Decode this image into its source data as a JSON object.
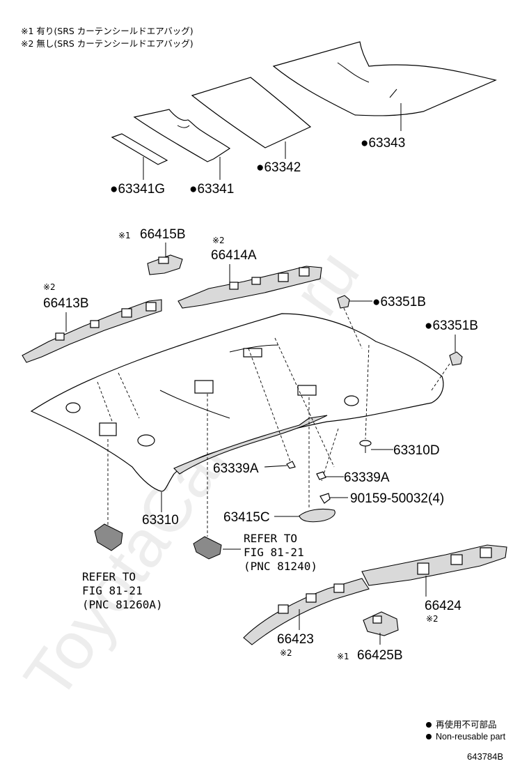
{
  "notes": [
    "※1 有り(SRS カーテンシールドエアバッグ)",
    "※2 無し(SRS カーテンシールドエアバッグ)"
  ],
  "parts": {
    "p63343": "●63343",
    "p63342": "●63342",
    "p63341g": "●63341G",
    "p63341": "●63341",
    "p66415b": "66415B",
    "p66415b_mark": "※1",
    "p66414a": "66414A",
    "p66414a_mark": "※2",
    "p66413b": "66413B",
    "p66413b_mark": "※2",
    "p63351b_a": "●63351B",
    "p63351b_b": "●63351B",
    "p63310d": "63310D",
    "p63339a_a": "63339A",
    "p63339a_b": "63339A",
    "p90159": "90159-50032(4)",
    "p63310": "63310",
    "p63415c": "63415C",
    "p66424": "66424",
    "p66424_mark": "※2",
    "p66423": "66423",
    "p66423_mark": "※2",
    "p66425b": "66425B",
    "p66425b_mark": "※1"
  },
  "refs": {
    "ref_a": [
      "REFER TO",
      "FIG 81-21",
      "(PNC 81240)"
    ],
    "ref_b": [
      "REFER TO",
      "FIG 81-21",
      "(PNC 81260A)"
    ]
  },
  "legend": {
    "line1": "再使用不可部品",
    "line2": "Non-reusable part"
  },
  "figure_id": "643784B",
  "watermark": "ToyotaCarMine.ru"
}
